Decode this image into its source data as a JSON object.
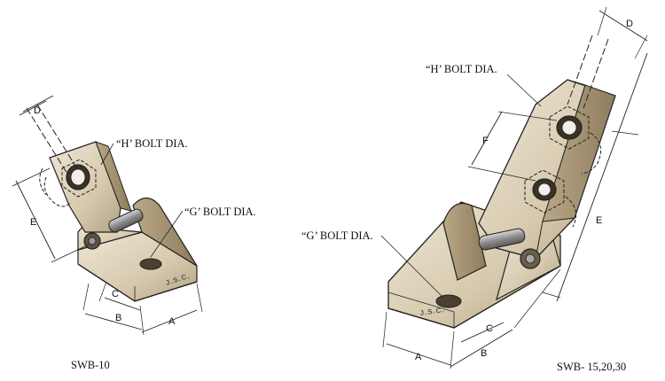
{
  "left_figure": {
    "caption": "SWB-10",
    "h_bolt_label": "“H’ BOLT DIA.",
    "g_bolt_label": "“G’ BOLT DIA.",
    "stamp": "J.S.C.",
    "dims": {
      "a": "A",
      "b": "B",
      "c": "C",
      "d": "D",
      "e": "E"
    }
  },
  "right_figure": {
    "caption": "SWB- 15,20,30",
    "h_bolt_label": "“H’ BOLT DIA.",
    "g_bolt_label": "“G’ BOLT DIA.",
    "stamp": "J.S.C.",
    "dims": {
      "a": "A",
      "b": "B",
      "c": "C",
      "d": "D",
      "e": "E",
      "f": "F"
    }
  },
  "colors": {
    "metal_light": "#e6dcc8",
    "metal_mid": "#cbbd9f",
    "metal_dark": "#a89676",
    "line": "#222222"
  }
}
